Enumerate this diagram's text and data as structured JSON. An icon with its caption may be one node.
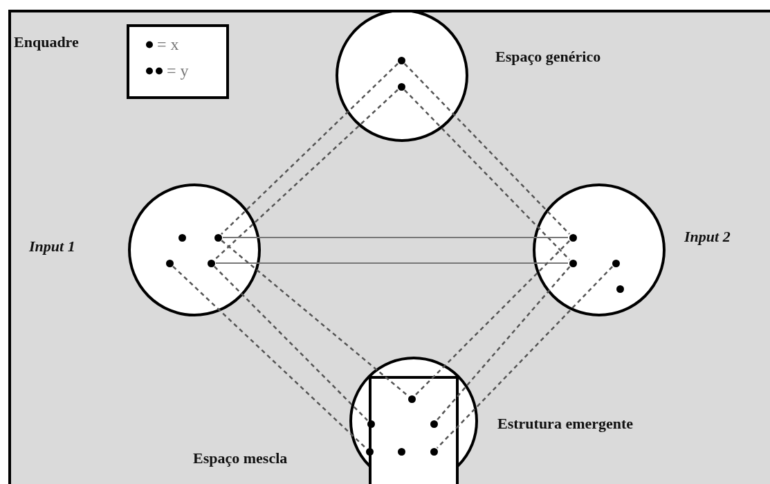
{
  "diagram": {
    "nodes": [
      {
        "text": [
          "Espaço genérico"
        ]
      },
      {
        "text": [],
        "shape": "circle",
        "in": 0
      },
      {
        "text": [],
        "shape": "circle",
        "in": 0
      },
      {
        "text": [
          "Input 1"
        ]
      },
      {
        "text": [],
        "shape": "circle",
        "in": 3
      },
      {
        "text": [],
        "shape": "circle",
        "in": 3
      },
      {
        "text": [],
        "shape": "circle",
        "in": 3
      },
      {
        "text": [],
        "shape": "circle",
        "in": 3
      },
      {
        "text": [
          "Input 2"
        ]
      },
      {
        "text": [],
        "shape": "circle",
        "in": 8
      },
      {
        "text": [],
        "shape": "circle",
        "in": 8
      },
      {
        "text": [],
        "shape": "circle",
        "in": 8
      },
      {
        "text": [],
        "shape": "circle",
        "in": 8
      },
      {
        "text": [
          "Espaço mescla"
        ]
      },
      {
        "text": [
          "Estrutura emergente"
        ],
        "in": 13
      },
      {
        "text": [],
        "shape": "circle",
        "in": 14
      },
      {
        "text": [],
        "shape": "circle",
        "in": 14
      },
      {
        "text": [],
        "shape": "circle",
        "in": 14
      },
      {
        "text": [],
        "shape": "circle",
        "in": 14
      },
      {
        "text": [],
        "shape": "circle",
        "in": 14
      },
      {
        "text": [],
        "shape": "circle",
        "in": 14
      }
    ],
    "edges": [
      {
        "from": 1,
        "to": 5,
        "arrow": "none",
        "style": "dashed"
      },
      {
        "from": 2,
        "to": 7,
        "arrow": "none",
        "style": "dashed"
      },
      {
        "from": 1,
        "to": 9,
        "arrow": "none",
        "style": "dashed"
      },
      {
        "from": 2,
        "to": 10,
        "arrow": "none",
        "style": "dashed"
      },
      {
        "from": 5,
        "to": 9,
        "arrow": "none"
      },
      {
        "from": 7,
        "to": 10,
        "arrow": "none"
      },
      {
        "from": 5,
        "to": 15,
        "arrow": "none",
        "style": "dashed"
      },
      {
        "from": 7,
        "to": 16,
        "arrow": "none",
        "style": "dashed"
      },
      {
        "from": 6,
        "to": 18,
        "arrow": "none",
        "style": "dashed"
      },
      {
        "from": 9,
        "to": 15,
        "arrow": "none",
        "style": "dashed"
      },
      {
        "from": 10,
        "to": 17,
        "arrow": "none",
        "style": "dashed"
      },
      {
        "from": 11,
        "to": 20,
        "arrow": "none",
        "style": "dashed"
      }
    ],
    "labels": [
      "Enquadre"
    ],
    "legend": [
      {
        "text": "= x"
      },
      {
        "text": "= y"
      }
    ]
  }
}
